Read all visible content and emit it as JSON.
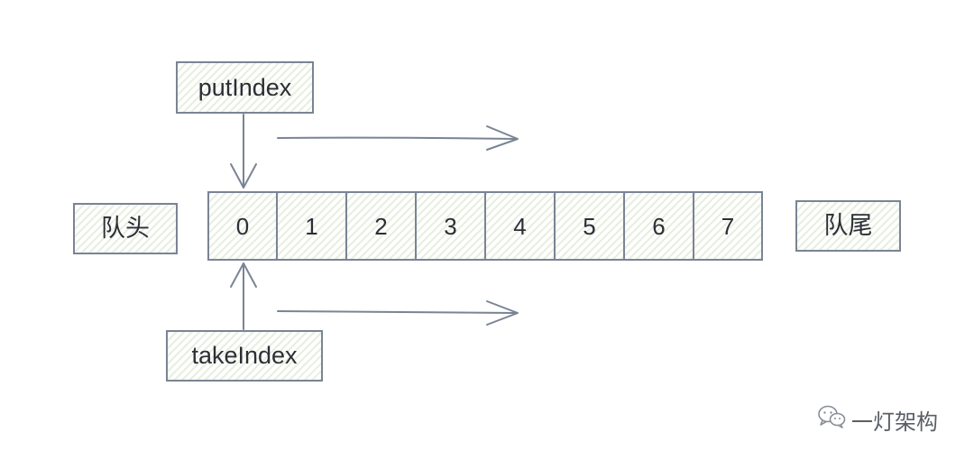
{
  "labels": {
    "put_index": "putIndex",
    "take_index": "takeIndex",
    "head": "队头",
    "tail": "队尾"
  },
  "cells": [
    "0",
    "1",
    "2",
    "3",
    "4",
    "5",
    "6",
    "7"
  ],
  "watermark": {
    "text": "一灯架构",
    "icon": "wechat-icon"
  },
  "colors": {
    "stroke": "#7a8494",
    "hatch": "#e8efe0",
    "text": "#2b2f36"
  }
}
